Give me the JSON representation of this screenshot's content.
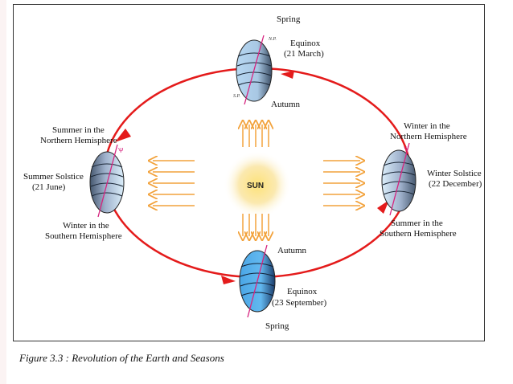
{
  "caption": "Figure 3.3 : Revolution of the Earth and Seasons",
  "sun_label": "SUN",
  "pole_labels": {
    "north": "N.P.",
    "south": "S.P."
  },
  "top": {
    "season_above": "Spring",
    "equinox": "Equinox",
    "date": "(21 March)",
    "season_below": "Autumn"
  },
  "left": {
    "summer_line1": "Summer in the",
    "summer_line2": "Northern Hemisphere",
    "solstice": "Summer Solstice",
    "date": "(21 June)",
    "winter_line1": "Winter in the",
    "winter_line2": "Southern Hemisphere"
  },
  "right": {
    "winter_line1": "Winter in the",
    "winter_line2": "Northern Hemisphere",
    "solstice": "Winter Solstice",
    "date": "(22 December)",
    "summer_line1": "Summer in the",
    "summer_line2": "Southern Hemisphere"
  },
  "bottom": {
    "season_above": "Autumn",
    "equinox": "Equinox",
    "date": "(23 September)",
    "season_below": "Spring"
  },
  "colors": {
    "orbit": "#e41b1b",
    "sun_rays": "#f2a23c",
    "sun_core": "#fde9a3",
    "earth_light": "#cfe6f7",
    "earth_dark": "#5a6e8c",
    "axis": "#d6247f"
  }
}
